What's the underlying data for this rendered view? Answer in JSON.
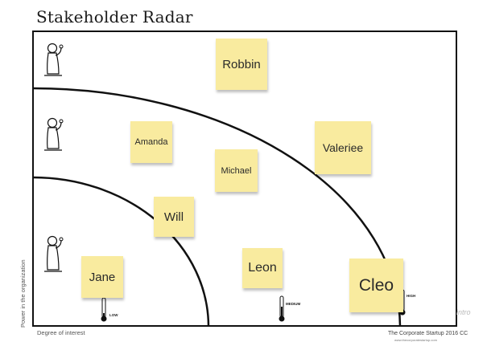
{
  "title": "Stakeholder Radar",
  "notes": [
    {
      "id": "robbin",
      "label": "Robbin"
    },
    {
      "id": "amanda",
      "label": "Amanda"
    },
    {
      "id": "valeriee",
      "label": "Valeriee"
    },
    {
      "id": "michael",
      "label": "Michael"
    },
    {
      "id": "will",
      "label": "Will"
    },
    {
      "id": "jane",
      "label": "Jane"
    },
    {
      "id": "leon",
      "label": "Leon"
    },
    {
      "id": "cleo",
      "label": "Cleo"
    }
  ],
  "axes": {
    "y_label": "Power in the organization",
    "x_label": "Degree of interest"
  },
  "interest_levels": [
    "LOW",
    "MEDIUM",
    "HIGH"
  ],
  "credit": "The Corporate Startup 2016 CC",
  "credit_url": "www.thecorporatestartup.com",
  "watermark": "intro",
  "colors": {
    "sticky_note": "#f9eb9f",
    "lines": "#111111"
  }
}
